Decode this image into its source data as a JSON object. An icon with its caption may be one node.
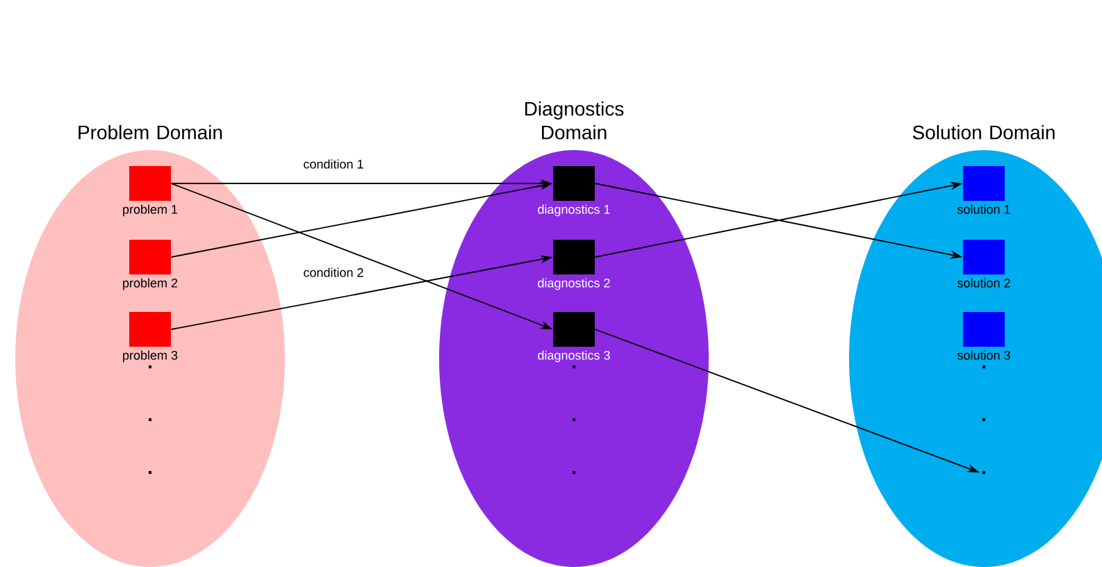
{
  "diagram": {
    "nodes": [
      {
        "text": [
          "Problem Domain"
        ]
      },
      {
        "text": [
          "problem 1"
        ],
        "in": 0
      },
      {
        "text": [
          "problem 2"
        ],
        "in": 0
      },
      {
        "text": [
          "problem 3"
        ],
        "in": 0
      },
      {
        "text": [
          "Diagnostics Domain"
        ]
      },
      {
        "text": [
          "diagnostics 1"
        ],
        "in": 4
      },
      {
        "text": [
          "diagnostics 2"
        ],
        "in": 4
      },
      {
        "text": [
          "diagnostics 3"
        ],
        "in": 4
      },
      {
        "text": [
          "Solution Domain"
        ]
      },
      {
        "text": [
          "solution 1"
        ],
        "in": 8
      },
      {
        "text": [
          "solution 2"
        ],
        "in": 8
      },
      {
        "text": [
          "solution 3"
        ],
        "in": 8
      },
      {
        "text": [
          "."
        ],
        "in": 8
      }
    ],
    "edges": [
      {
        "from": 1,
        "to": 5,
        "arrow": "to",
        "label": "condition 1"
      },
      {
        "from": 1,
        "to": 7,
        "arrow": "to"
      },
      {
        "from": 2,
        "to": 5,
        "arrow": "to"
      },
      {
        "from": 3,
        "to": 6,
        "arrow": "to",
        "label": "condition 2"
      },
      {
        "from": 5,
        "to": 10,
        "arrow": "to"
      },
      {
        "from": 6,
        "to": 9,
        "arrow": "to"
      },
      {
        "from": 7,
        "to": 12,
        "arrow": "to"
      }
    ],
    "labels": [
      ".",
      ".",
      ".",
      ".",
      ".",
      ".",
      ".",
      "."
    ]
  }
}
